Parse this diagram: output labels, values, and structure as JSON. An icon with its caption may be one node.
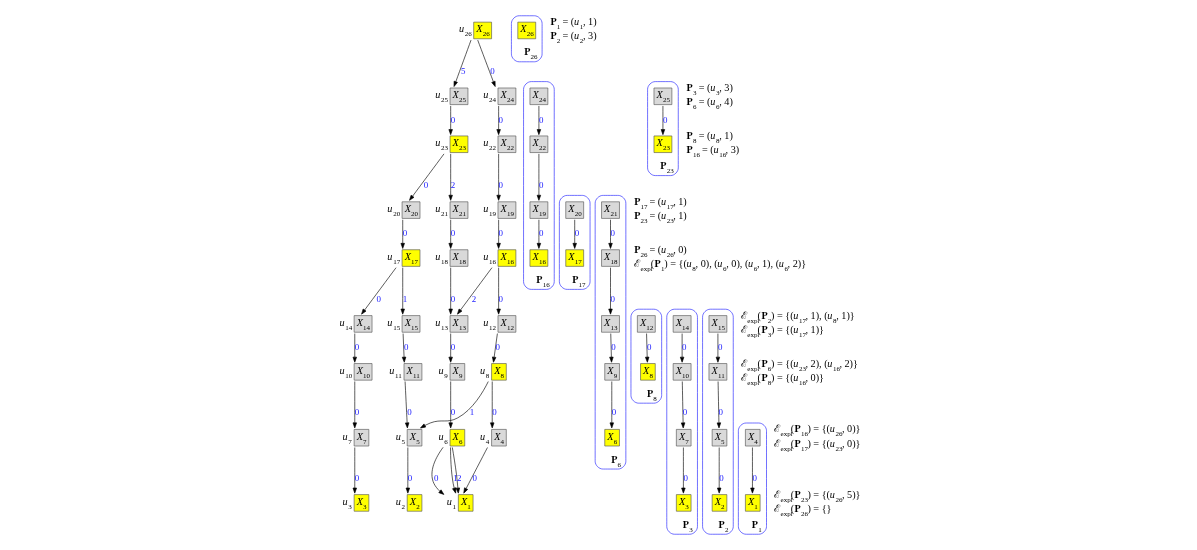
{
  "diagram": {
    "nodes": [
      {
        "text": [
          "*X*$_{26}$"
        ],
        "beside": [
          "*u*$_{26}$"
        ]
      },
      {
        "text": [
          "*X*$_{24}$"
        ],
        "beside": [
          "*u*$_{24}$"
        ]
      },
      {
        "text": [
          "*X*$_{25}$"
        ],
        "beside": [
          "*u*$_{25}$"
        ]
      },
      {
        "text": [
          "*X*$_{22}$"
        ],
        "beside": [
          "*u*$_{22}$"
        ]
      },
      {
        "text": [
          "*X*$_{23}$"
        ],
        "beside": [
          "*u*$_{23}$"
        ]
      },
      {
        "text": [
          "*X*$_{19}$"
        ],
        "beside": [
          "*u*$_{19}$"
        ]
      },
      {
        "text": [
          "*X*$_{20}$"
        ],
        "beside": [
          "*u*$_{20}$"
        ]
      },
      {
        "text": [
          "*X*$_{21}$"
        ],
        "beside": [
          "*u*$_{21}$"
        ]
      },
      {
        "text": [
          "*X*$_{16}$"
        ],
        "beside": [
          "*u*$_{16}$"
        ]
      },
      {
        "text": [
          "*X*$_{17}$"
        ],
        "beside": [
          "*u*$_{17}$"
        ]
      },
      {
        "text": [
          "*X*$_{18}$"
        ],
        "beside": [
          "*u*$_{18}$"
        ]
      },
      {
        "text": [
          "*X*$_{12}$"
        ],
        "beside": [
          "*u*$_{12}$"
        ]
      },
      {
        "text": [
          "*X*$_{14}$"
        ],
        "beside": [
          "*u*$_{14}$"
        ]
      },
      {
        "text": [
          "*X*$_{15}$"
        ],
        "beside": [
          "*u*$_{15}$"
        ]
      },
      {
        "text": [
          "*X*$_{13}$"
        ],
        "beside": [
          "*u*$_{13}$"
        ]
      },
      {
        "text": [
          "*X*$_{8}$"
        ],
        "beside": [
          "*u*$_{8}$"
        ]
      },
      {
        "text": [
          "*X*$_{10}$"
        ],
        "beside": [
          "*u*$_{10}$"
        ]
      },
      {
        "text": [
          "*X*$_{11}$"
        ],
        "beside": [
          "*u*$_{11}$"
        ]
      },
      {
        "text": [
          "*X*$_{9}$"
        ],
        "beside": [
          "*u*$_{9}$"
        ]
      },
      {
        "text": [
          "*X*$_{4}$"
        ],
        "beside": [
          "*u*$_{4}$"
        ]
      },
      {
        "text": [
          "*X*$_{7}$"
        ],
        "beside": [
          "*u*$_{7}$"
        ]
      },
      {
        "text": [
          "*X*$_{5}$"
        ],
        "beside": [
          "*u*$_{5}$"
        ]
      },
      {
        "text": [
          "*X*$_{6}$"
        ],
        "beside": [
          "*u*$_{6}$"
        ]
      },
      {
        "text": [
          "*X*$_{1}$"
        ],
        "beside": [
          "*u*$_{1}$"
        ]
      },
      {
        "text": [
          "*X*$_{3}$"
        ],
        "beside": [
          "*u*$_{3}$"
        ]
      },
      {
        "text": [
          "*X*$_{2}$"
        ],
        "beside": [
          "*u*$_{2}$"
        ]
      },
      {
        "text": [
          "**P**$_{26}$"
        ]
      },
      {
        "text": [
          "*X*$_{26}$"
        ],
        "in": 26
      },
      {
        "text": [
          "**P**$_{16}$"
        ]
      },
      {
        "text": [
          "*X*$_{24}$"
        ],
        "in": 28
      },
      {
        "text": [
          "*X*$_{22}$"
        ],
        "in": 28
      },
      {
        "text": [
          "*X*$_{19}$"
        ],
        "in": 28
      },
      {
        "text": [
          "*X*$_{16}$"
        ],
        "in": 28
      },
      {
        "text": [
          "**P**$_{23}$"
        ]
      },
      {
        "text": [
          "*X*$_{25}$"
        ],
        "in": 33
      },
      {
        "text": [
          "*X*$_{23}$"
        ],
        "in": 33
      },
      {
        "text": [
          "**P**$_{17}$"
        ]
      },
      {
        "text": [
          "*X*$_{20}$"
        ],
        "in": 36
      },
      {
        "text": [
          "*X*$_{17}$"
        ],
        "in": 36
      },
      {
        "text": [
          "**P**$_{6}$"
        ]
      },
      {
        "text": [
          "*X*$_{21}$"
        ],
        "in": 39
      },
      {
        "text": [
          "*X*$_{18}$"
        ],
        "in": 39
      },
      {
        "text": [
          "*X*$_{13}$"
        ],
        "in": 39
      },
      {
        "text": [
          "*X*$_{9}$"
        ],
        "in": 39
      },
      {
        "text": [
          "*X*$_{6}$"
        ],
        "in": 39
      },
      {
        "text": [
          "**P**$_{8}$"
        ]
      },
      {
        "text": [
          "*X*$_{12}$"
        ],
        "in": 45
      },
      {
        "text": [
          "*X*$_{8}$"
        ],
        "in": 45
      },
      {
        "text": [
          "**P**$_{3}$"
        ]
      },
      {
        "text": [
          "*X*$_{14}$"
        ],
        "in": 48
      },
      {
        "text": [
          "*X*$_{10}$"
        ],
        "in": 48
      },
      {
        "text": [
          "*X*$_{7}$"
        ],
        "in": 48
      },
      {
        "text": [
          "*X*$_{3}$"
        ],
        "in": 48
      },
      {
        "text": [
          "**P**$_{2}$"
        ]
      },
      {
        "text": [
          "*X*$_{15}$"
        ],
        "in": 53
      },
      {
        "text": [
          "*X*$_{11}$"
        ],
        "in": 53
      },
      {
        "text": [
          "*X*$_{5}$"
        ],
        "in": 53
      },
      {
        "text": [
          "*X*$_{2}$"
        ],
        "in": 53
      },
      {
        "text": [
          "**P**$_{1}$"
        ]
      },
      {
        "text": [
          "*X*$_{4}$"
        ],
        "in": 58
      },
      {
        "text": [
          "*X*$_{1}$"
        ],
        "in": 58
      }
    ],
    "edges": [
      {
        "from": 0,
        "to": 1,
        "arrow": "to",
        "label": "0"
      },
      {
        "from": 0,
        "to": 2,
        "arrow": "to",
        "label": "5"
      },
      {
        "from": 1,
        "to": 3,
        "arrow": "to",
        "label": "0"
      },
      {
        "from": 2,
        "to": 4,
        "arrow": "to",
        "label": "0"
      },
      {
        "from": 3,
        "to": 5,
        "arrow": "to",
        "label": "0"
      },
      {
        "from": 4,
        "to": 6,
        "arrow": "to",
        "label": "0"
      },
      {
        "from": 4,
        "to": 7,
        "arrow": "to",
        "label": "2"
      },
      {
        "from": 5,
        "to": 8,
        "arrow": "to",
        "label": "0"
      },
      {
        "from": 6,
        "to": 9,
        "arrow": "to",
        "label": "0"
      },
      {
        "from": 7,
        "to": 10,
        "arrow": "to",
        "label": "0"
      },
      {
        "from": 8,
        "to": 11,
        "arrow": "to",
        "label": "0"
      },
      {
        "from": 8,
        "to": 14,
        "arrow": "to",
        "label": "2"
      },
      {
        "from": 9,
        "to": 12,
        "arrow": "to",
        "label": "0"
      },
      {
        "from": 9,
        "to": 13,
        "arrow": "to",
        "label": "1"
      },
      {
        "from": 10,
        "to": 14,
        "arrow": "to",
        "label": "0"
      },
      {
        "from": 11,
        "to": 15,
        "arrow": "to",
        "label": "0"
      },
      {
        "from": 12,
        "to": 16,
        "arrow": "to",
        "label": "0"
      },
      {
        "from": 13,
        "to": 17,
        "arrow": "to",
        "label": "0"
      },
      {
        "from": 14,
        "to": 18,
        "arrow": "to",
        "label": "0"
      },
      {
        "from": 15,
        "to": 19,
        "arrow": "to",
        "label": "0"
      },
      {
        "from": 15,
        "to": 21,
        "arrow": "to",
        "label": "1"
      },
      {
        "from": 16,
        "to": 20,
        "arrow": "to",
        "label": "0"
      },
      {
        "from": 17,
        "to": 21,
        "arrow": "to",
        "label": "0"
      },
      {
        "from": 18,
        "to": 22,
        "arrow": "to",
        "label": "0"
      },
      {
        "from": 19,
        "to": 23,
        "arrow": "to",
        "label": "0"
      },
      {
        "from": 20,
        "to": 24,
        "arrow": "to",
        "label": "0"
      },
      {
        "from": 21,
        "to": 25,
        "arrow": "to",
        "label": "0"
      },
      {
        "from": 22,
        "to": 23,
        "arrow": "to",
        "label": "0"
      },
      {
        "from": 22,
        "to": 23,
        "arrow": "to",
        "label": "1"
      },
      {
        "from": 22,
        "to": 23,
        "arrow": "to",
        "label": "2"
      },
      {
        "from": 29,
        "to": 30,
        "arrow": "to",
        "label": "0"
      },
      {
        "from": 30,
        "to": 31,
        "arrow": "to",
        "label": "0"
      },
      {
        "from": 31,
        "to": 32,
        "arrow": "to",
        "label": "0"
      },
      {
        "from": 34,
        "to": 35,
        "arrow": "to",
        "label": "0"
      },
      {
        "from": 37,
        "to": 38,
        "arrow": "to",
        "label": "0"
      },
      {
        "from": 40,
        "to": 41,
        "arrow": "to",
        "label": "0"
      },
      {
        "from": 41,
        "to": 42,
        "arrow": "to",
        "label": "0"
      },
      {
        "from": 42,
        "to": 43,
        "arrow": "to",
        "label": "0"
      },
      {
        "from": 43,
        "to": 44,
        "arrow": "to",
        "label": "0"
      },
      {
        "from": 46,
        "to": 47,
        "arrow": "to",
        "label": "0"
      },
      {
        "from": 49,
        "to": 50,
        "arrow": "to",
        "label": "0"
      },
      {
        "from": 50,
        "to": 51,
        "arrow": "to",
        "label": "0"
      },
      {
        "from": 51,
        "to": 52,
        "arrow": "to",
        "label": "0"
      },
      {
        "from": 54,
        "to": 55,
        "arrow": "to",
        "label": "0"
      },
      {
        "from": 55,
        "to": 56,
        "arrow": "to",
        "label": "0"
      },
      {
        "from": 56,
        "to": 57,
        "arrow": "to",
        "label": "0"
      },
      {
        "from": 59,
        "to": 60,
        "arrow": "to",
        "label": "0"
      }
    ],
    "labels": [
      "**P**$_{1}$ = (*u*$_{1}$, 1)",
      "**P**$_{2}$ = (*u*$_{2}$, 3)",
      "**P**$_{3}$ = (*u*$_{3}$, 3)",
      "**P**$_{6}$ = (*u*$_{6}$, 4)",
      "**P**$_{8}$ = (*u*$_{8}$, 1)",
      "**P**$_{16}$ = (*u*$_{16}$, 3)",
      "**P**$_{17}$ = (*u*$_{17}$, 1)",
      "**P**$_{23}$ = (*u*$_{23}$, 1)",
      "**P**$_{26}$ = (*u*$_{26}$, 0)",
      "ℰ$_{expl}$(**P**$_{1}$) = {(*u*$_{8}$, 0), (*u*$_{6}$, 0), (*u*$_{6}$, 1), (*u*$_{6}$, 2)}",
      "ℰ$_{expl}$(**P**$_{2}$) = {(*u*$_{17}$, 1), (*u*$_{8}$, 1)}",
      "ℰ$_{expl}$(**P**$_{3}$) = {(*u*$_{17}$, 1)}",
      "ℰ$_{expl}$(**P**$_{6}$) = {(*u*$_{23}$, 2), (*u*$_{16}$, 2)}",
      "ℰ$_{expl}$(**P**$_{8}$) = {(*u*$_{16}$, 0)}",
      "ℰ$_{expl}$(**P**$_{16}$) = {(*u*$_{26}$, 0)}",
      "ℰ$_{expl}$(**P**$_{17}$) = {(*u*$_{23}$, 0)}",
      "ℰ$_{expl}$(**P**$_{23}$) = {(*u*$_{26}$, 5)}",
      "ℰ$_{expl}$(**P**$_{26}$) = {}"
    ]
  }
}
